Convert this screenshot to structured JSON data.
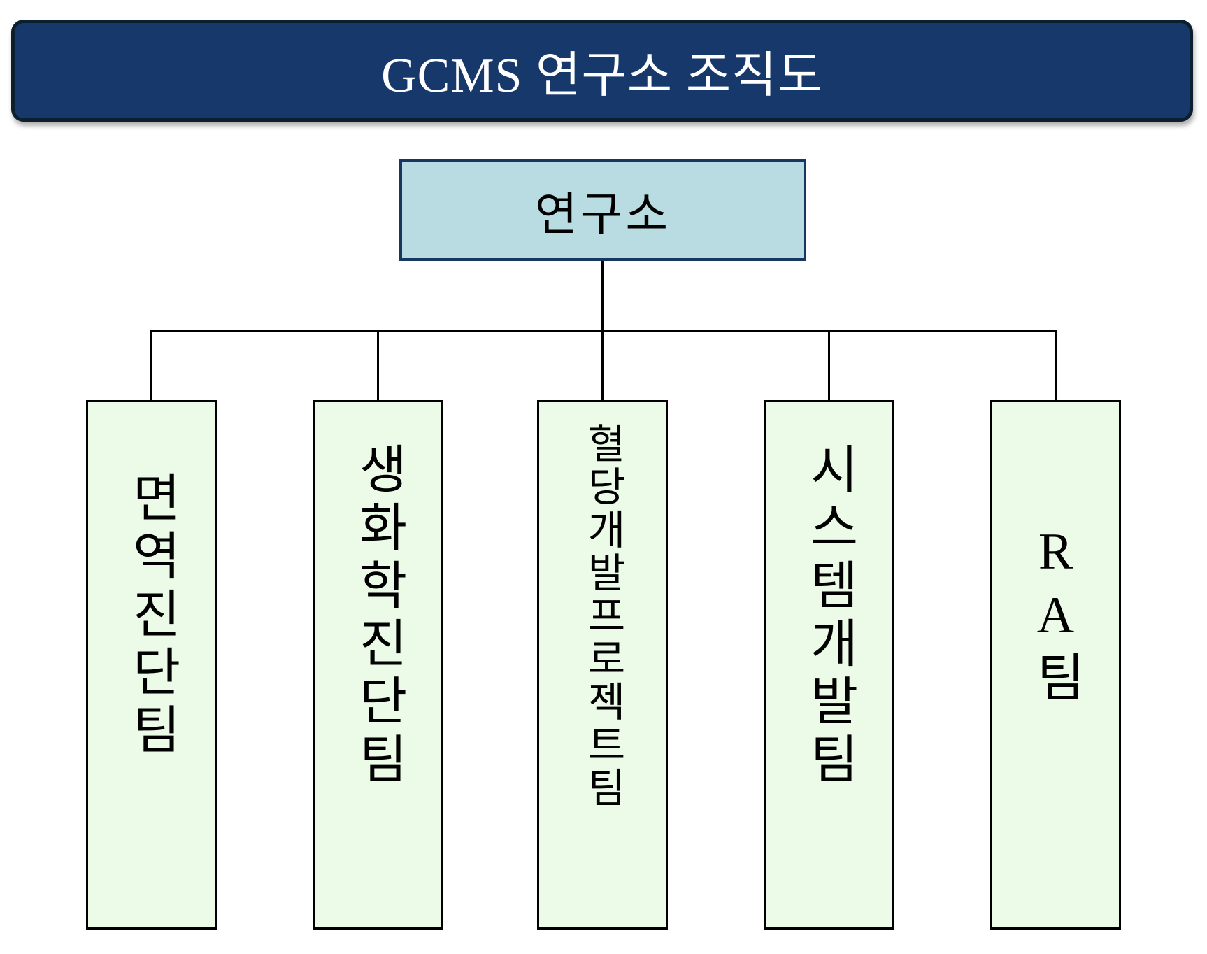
{
  "title": "GCMS 연구소 조직도",
  "root": {
    "label": "연구소"
  },
  "teams": [
    {
      "label": "면역진단팀"
    },
    {
      "label": "생화학진단팀"
    },
    {
      "label": "혈당개발프로젝트팀"
    },
    {
      "label": "시스템개발팀"
    },
    {
      "label": "RA팀"
    }
  ],
  "colors": {
    "page_bg": "#FFFFFF",
    "banner_bg": "#16386B",
    "banner_border": "#0B1F2E",
    "banner_text": "#FFFFFF",
    "root_bg": "#B8DCE1",
    "root_border": "#17375E",
    "team_bg": "#ECFBE7",
    "team_border": "#000000",
    "connector": "#000000"
  }
}
